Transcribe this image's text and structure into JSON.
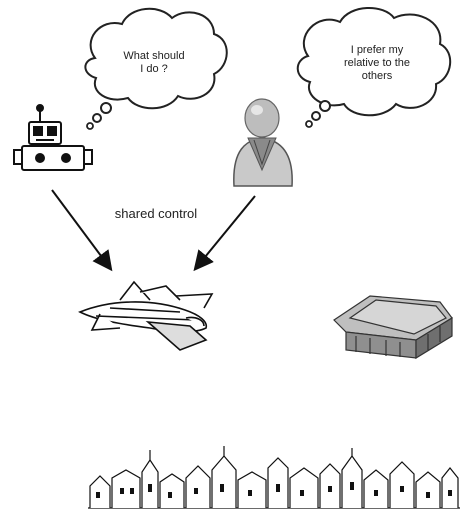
{
  "robot_thought": {
    "line1": "What should",
    "line2": "I do ?"
  },
  "human_thought": {
    "line1": "I prefer my",
    "line2": "relative to the",
    "line3": "others"
  },
  "edge_label": "shared control",
  "colors": {
    "ink": "#222222",
    "human_body": "#c9c9c9",
    "human_head": "#bdbdbd",
    "robot_body": "#ffffff"
  },
  "icons": [
    "robot-icon",
    "human-icon",
    "spaceship-icon",
    "building-icon",
    "town-skyline"
  ]
}
